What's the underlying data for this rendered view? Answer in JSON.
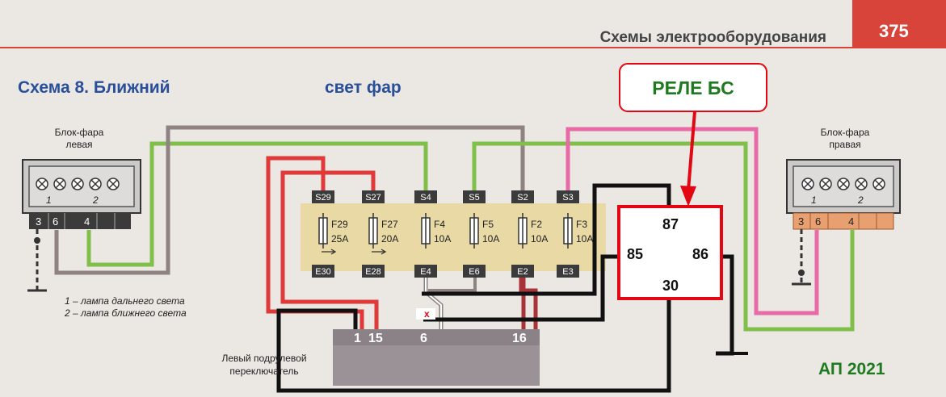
{
  "header": {
    "title": "Схемы электрооборудования",
    "page_number": "375",
    "diagram_title_left": "Схема 8. Ближний",
    "diagram_title_right": "свет фар",
    "watermark": "АП 2021"
  },
  "relay": {
    "callout_label": "РЕЛЕ БС",
    "pins": {
      "p87": "87",
      "p85": "85",
      "p86": "86",
      "p30": "30"
    }
  },
  "headlight_left": {
    "label_line1": "Блок-фара",
    "label_line2": "левая",
    "lamp_num_1": "1",
    "lamp_num_2": "2",
    "pins": [
      "3",
      "6",
      "4",
      "",
      ""
    ]
  },
  "headlight_right": {
    "label_line1": "Блок-фара",
    "label_line2": "правая",
    "lamp_num_1": "1",
    "lamp_num_2": "2",
    "pins": [
      "3",
      "6",
      "4",
      "",
      ""
    ]
  },
  "legend": {
    "item1": "1 – лампа дальнего света",
    "item2": "2 – лампа ближнего света"
  },
  "fuses": [
    {
      "top": "S29",
      "name": "F29",
      "rating": "25A",
      "bottom": "E30"
    },
    {
      "top": "S27",
      "name": "F27",
      "rating": "20A",
      "bottom": "E28"
    },
    {
      "top": "S4",
      "name": "F4",
      "rating": "10A",
      "bottom": "E4"
    },
    {
      "top": "S5",
      "name": "F5",
      "rating": "10A",
      "bottom": "E6"
    },
    {
      "top": "S2",
      "name": "F2",
      "rating": "10A",
      "bottom": "E2"
    },
    {
      "top": "S3",
      "name": "F3",
      "rating": "10A",
      "bottom": "E3"
    }
  ],
  "switch": {
    "label_line1": "Левый подрулевой",
    "label_line2": "переключатель",
    "pins": [
      "1",
      "15",
      "6",
      "16"
    ],
    "cut_mark": "x"
  },
  "colors": {
    "background": "#ebe7e2",
    "header_red": "#d9443a",
    "title_blue": "#2a4f9a",
    "relay_red": "#e30613",
    "callout_green": "#1e7a1e",
    "wire_green": "#7fbf4a",
    "wire_red": "#e0393a",
    "wire_gray": "#8f8282",
    "wire_pink": "#e86aa6",
    "wire_black": "#111111",
    "fuse_block": "#e9d79a",
    "connector": "#3b3b3b",
    "switch_body": "#9a9296"
  }
}
